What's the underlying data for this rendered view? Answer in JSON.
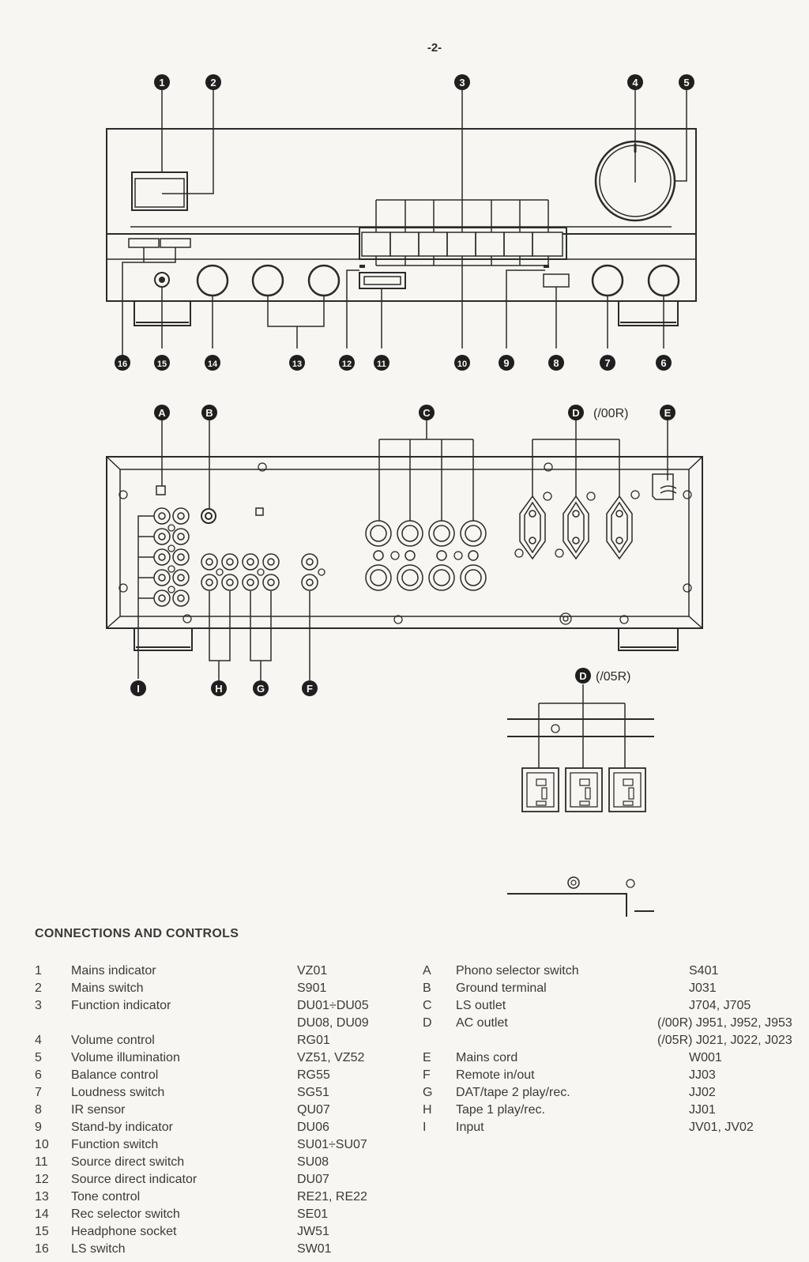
{
  "page_number": "-2-",
  "front_panel": {
    "callouts_top": [
      "1",
      "2",
      "3",
      "4",
      "5"
    ],
    "callouts_bottom": [
      "16",
      "15",
      "14",
      "13",
      "12",
      "11",
      "10",
      "9",
      "8",
      "7",
      "6"
    ]
  },
  "rear_panel": {
    "callouts_top": [
      "A",
      "B",
      "C",
      "D",
      "E"
    ],
    "callouts_bottom": [
      "I",
      "H",
      "G",
      "F"
    ],
    "d00r_suffix": "(/00R)",
    "d05r_suffix": "(/05R)"
  },
  "section_title": "CONNECTIONS AND CONTROLS",
  "controls": [
    {
      "num": "1",
      "name": "Mains indicator",
      "code": "VZ01"
    },
    {
      "num": "2",
      "name": "Mains switch",
      "code": "S901"
    },
    {
      "num": "3",
      "name": "Function indicator",
      "code": "DU01÷DU05"
    },
    {
      "num": "",
      "name": "",
      "code": "DU08, DU09"
    },
    {
      "num": "4",
      "name": "Volume control",
      "code": "RG01"
    },
    {
      "num": "5",
      "name": "Volume illumination",
      "code": "VZ51, VZ52"
    },
    {
      "num": "6",
      "name": "Balance control",
      "code": "RG55"
    },
    {
      "num": "7",
      "name": "Loudness switch",
      "code": "SG51"
    },
    {
      "num": "8",
      "name": "IR sensor",
      "code": "QU07"
    },
    {
      "num": "9",
      "name": "Stand-by indicator",
      "code": "DU06"
    },
    {
      "num": "10",
      "name": "Function switch",
      "code": "SU01÷SU07"
    },
    {
      "num": "11",
      "name": "Source direct switch",
      "code": "SU08"
    },
    {
      "num": "12",
      "name": "Source direct indicator",
      "code": "DU07"
    },
    {
      "num": "13",
      "name": "Tone control",
      "code": "RE21, RE22"
    },
    {
      "num": "14",
      "name": "Rec selector switch",
      "code": "SE01"
    },
    {
      "num": "15",
      "name": "Headphone socket",
      "code": "JW51"
    },
    {
      "num": "16",
      "name": "LS switch",
      "code": "SW01"
    }
  ],
  "connections": [
    {
      "key": "A",
      "name": "Phono selector switch",
      "code": "S401"
    },
    {
      "key": "B",
      "name": "Ground terminal",
      "code": "J031"
    },
    {
      "key": "C",
      "name": "LS outlet",
      "code": "J704, J705"
    },
    {
      "key": "D",
      "name": "AC outlet",
      "code": "(/00R) J951, J952, J953"
    },
    {
      "key": "",
      "name": "",
      "code": "(/05R) J021, J022, J023"
    },
    {
      "key": "E",
      "name": "Mains cord",
      "code": "W001"
    },
    {
      "key": "F",
      "name": "Remote in/out",
      "code": "JJ03"
    },
    {
      "key": "G",
      "name": "DAT/tape 2 play/rec.",
      "code": "JJ02"
    },
    {
      "key": "H",
      "name": "Tape 1 play/rec.",
      "code": "JJ01"
    },
    {
      "key": "I",
      "name": "Input",
      "code": "JV01, JV02"
    }
  ]
}
